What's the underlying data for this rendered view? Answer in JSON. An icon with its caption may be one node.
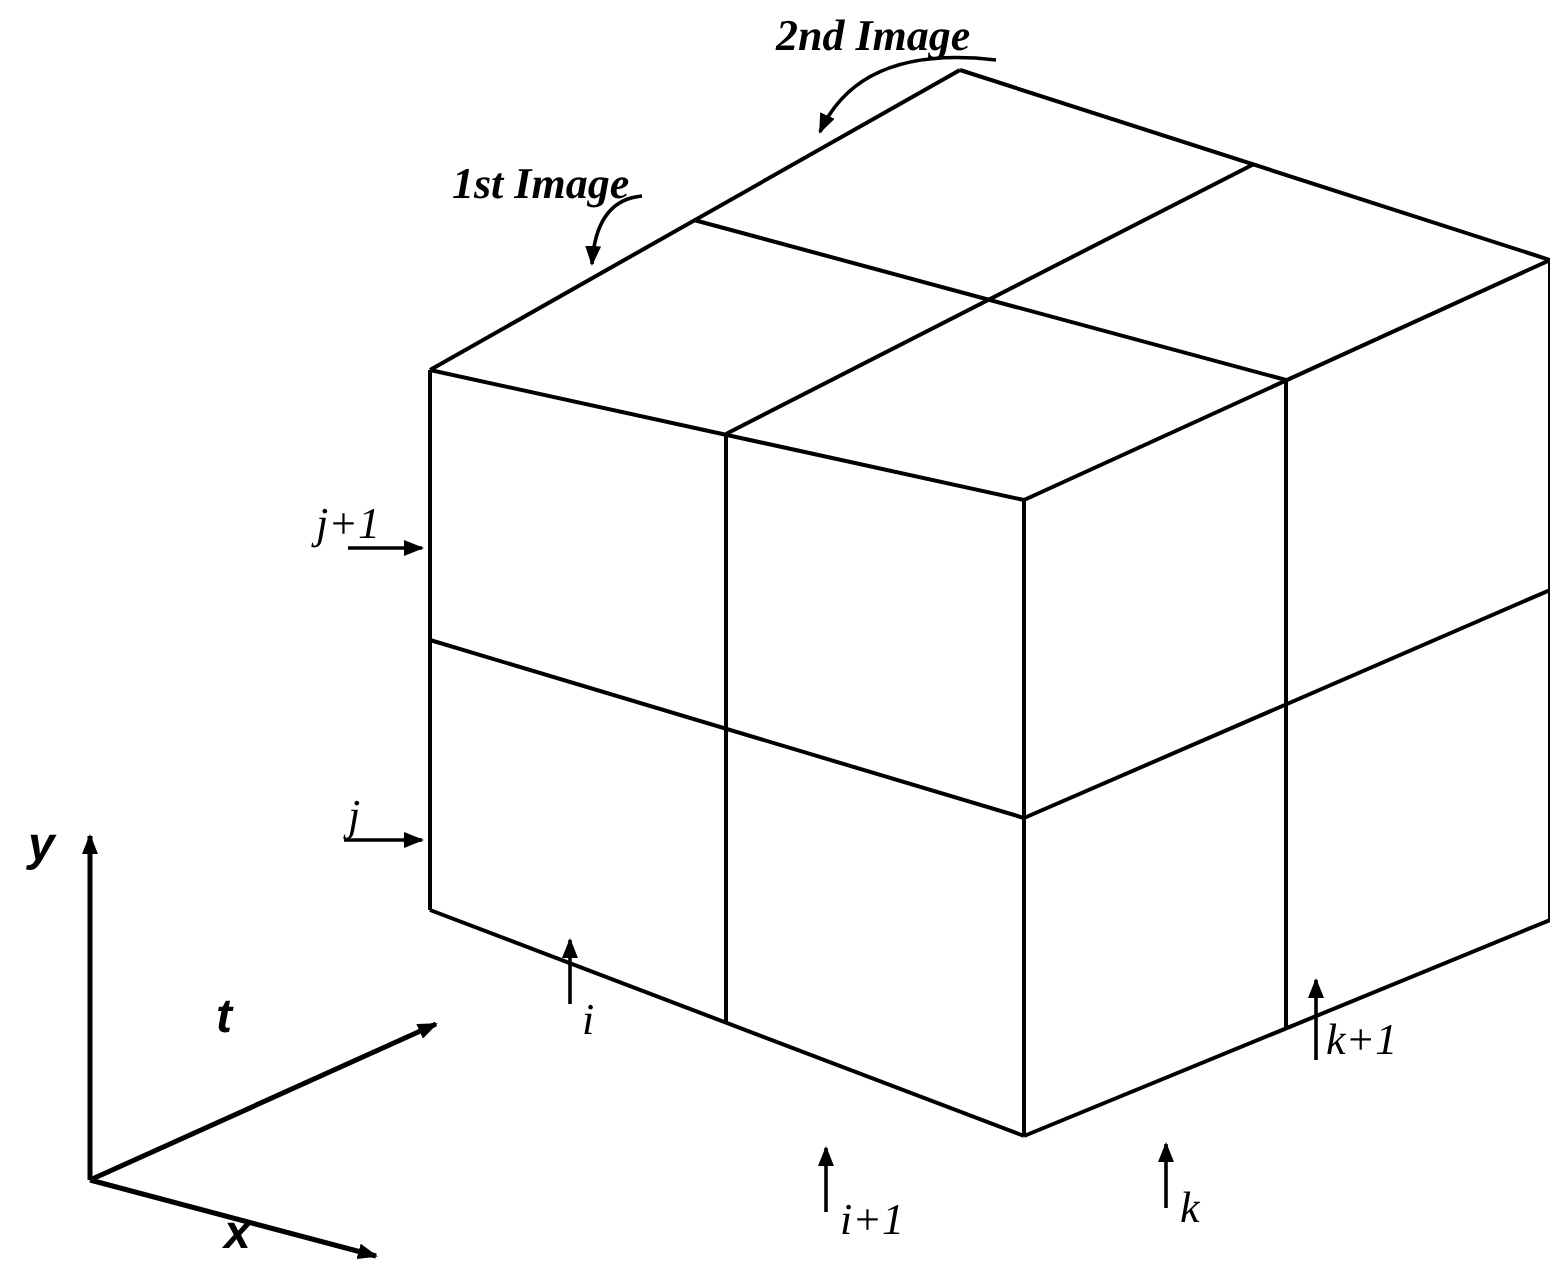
{
  "diagram": {
    "nodes": [
      {
        "text": [
          "2nd Image"
        ]
      },
      {
        "text": [
          "1st Image"
        ]
      },
      {
        "text": [
          "j+1"
        ]
      },
      {
        "text": [
          "j"
        ]
      },
      {
        "text": [
          "i"
        ]
      },
      {
        "text": [
          "i+1"
        ]
      },
      {
        "text": [
          "k"
        ]
      },
      {
        "text": [
          "k+1"
        ]
      }
    ],
    "edges": [
      {
        "from": 0,
        "to": null,
        "arrow": "to"
      },
      {
        "from": 1,
        "to": null,
        "arrow": "to"
      },
      {
        "from": 2,
        "to": null,
        "arrow": "to"
      },
      {
        "from": 3,
        "to": null,
        "arrow": "to"
      },
      {
        "from": 4,
        "to": null,
        "arrow": "to"
      },
      {
        "from": 5,
        "to": null,
        "arrow": "to"
      },
      {
        "from": 6,
        "to": null,
        "arrow": "to"
      },
      {
        "from": 7,
        "to": null,
        "arrow": "to"
      }
    ],
    "labels": [
      "y",
      "t",
      "x"
    ]
  }
}
